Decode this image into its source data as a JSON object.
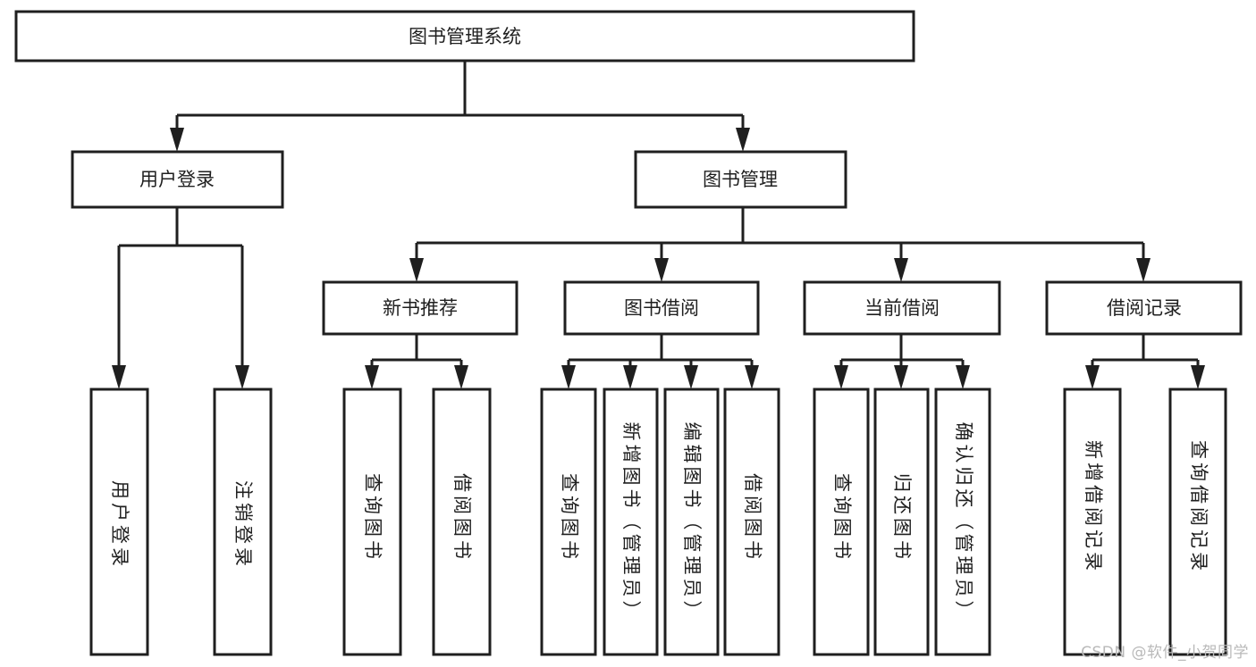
{
  "diagram": {
    "type": "tree-hierarchy",
    "title": "图书管理系统",
    "watermark": "CSDN @软件_小贺同学",
    "colors": {
      "stroke": "#1f1f1f",
      "fill": "#ffffff",
      "background": "#ffffff",
      "watermark": "#b9b9b9"
    },
    "levels": {
      "root": "图书管理系统",
      "level2": [
        "用户登录",
        "图书管理"
      ],
      "level3": [
        "新书推荐",
        "图书借阅",
        "当前借阅",
        "借阅记录"
      ],
      "level4_groups": [
        {
          "parent": "用户登录",
          "children": [
            "用户登录",
            "注销登录"
          ]
        },
        {
          "parent": "新书推荐",
          "children": [
            "查询图书",
            "借阅图书"
          ]
        },
        {
          "parent": "图书借阅",
          "children": [
            "查询图书",
            "新增图书（管理员）",
            "编辑图书（管理员）",
            "借阅图书"
          ]
        },
        {
          "parent": "当前借阅",
          "children": [
            "查询图书",
            "归还图书",
            "确认归还（管理员）"
          ]
        },
        {
          "parent": "借阅记录",
          "children": [
            "新增借阅记录",
            "查询借阅记录"
          ]
        }
      ]
    },
    "nodes": {
      "root": {
        "label": "图书管理系统"
      },
      "user_login": {
        "label": "用户登录"
      },
      "book_manage": {
        "label": "图书管理"
      },
      "new_book_rec": {
        "label": "新书推荐"
      },
      "book_borrow": {
        "label": "图书借阅"
      },
      "current_borrow": {
        "label": "当前借阅"
      },
      "borrow_record": {
        "label": "借阅记录"
      },
      "leaf_user_login": {
        "label": "用户登录"
      },
      "leaf_logout": {
        "label": "注销登录"
      },
      "leaf_query_book_a": {
        "label": "查询图书"
      },
      "leaf_borrow_book_a": {
        "label": "借阅图书"
      },
      "leaf_query_book_b": {
        "label": "查询图书"
      },
      "leaf_add_book": {
        "label": "新增图书（管理员）"
      },
      "leaf_edit_book": {
        "label": "编辑图书（管理员）"
      },
      "leaf_borrow_book_b": {
        "label": "借阅图书"
      },
      "leaf_query_book_c": {
        "label": "查询图书"
      },
      "leaf_return_book": {
        "label": "归还图书"
      },
      "leaf_confirm_return": {
        "label": "确认归还（管理员）"
      },
      "leaf_add_record": {
        "label": "新增借阅记录"
      },
      "leaf_query_record": {
        "label": "查询借阅记录"
      }
    }
  }
}
